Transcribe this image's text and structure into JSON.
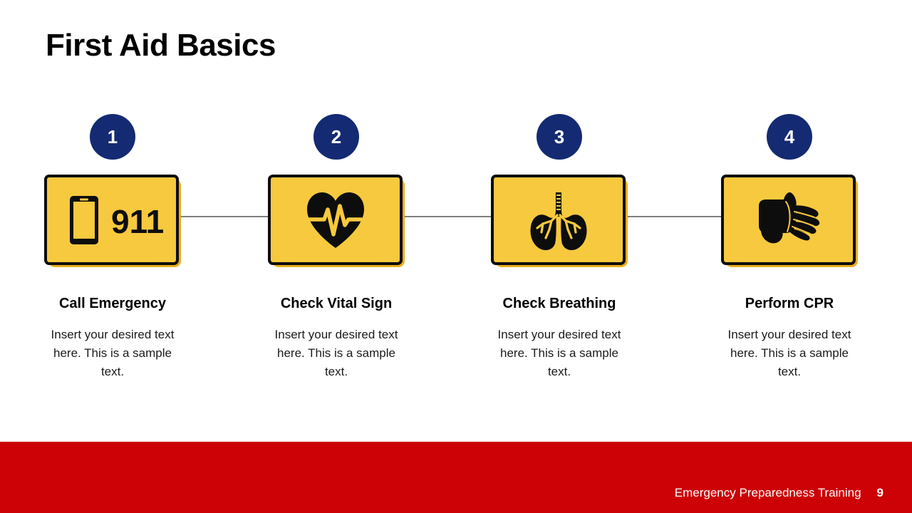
{
  "slide": {
    "title": "First Aid Basics",
    "background_color": "#ffffff",
    "accent_navy": "#142a72",
    "accent_yellow": "#f7c93e",
    "accent_yellow_shadow": "#e9ae1d",
    "accent_red": "#cc0206"
  },
  "steps": [
    {
      "number": "1",
      "icon": "phone-911-icon",
      "icon_text": "911",
      "heading": "Call Emergency",
      "body": "Insert your desired text here. This is a sample text."
    },
    {
      "number": "2",
      "icon": "heart-pulse-icon",
      "icon_text": "",
      "heading": "Check Vital Sign",
      "body": "Insert your desired text here. This is a sample text."
    },
    {
      "number": "3",
      "icon": "lungs-icon",
      "icon_text": "",
      "heading": "Check Breathing",
      "body": "Insert your desired text here. This is a sample text."
    },
    {
      "number": "4",
      "icon": "medical-gloves-icon",
      "icon_text": "",
      "heading": "Perform CPR",
      "body": "Insert your desired text here. This is a sample text."
    }
  ],
  "footer": {
    "text": "Emergency Preparedness Training",
    "page_number": "9"
  }
}
